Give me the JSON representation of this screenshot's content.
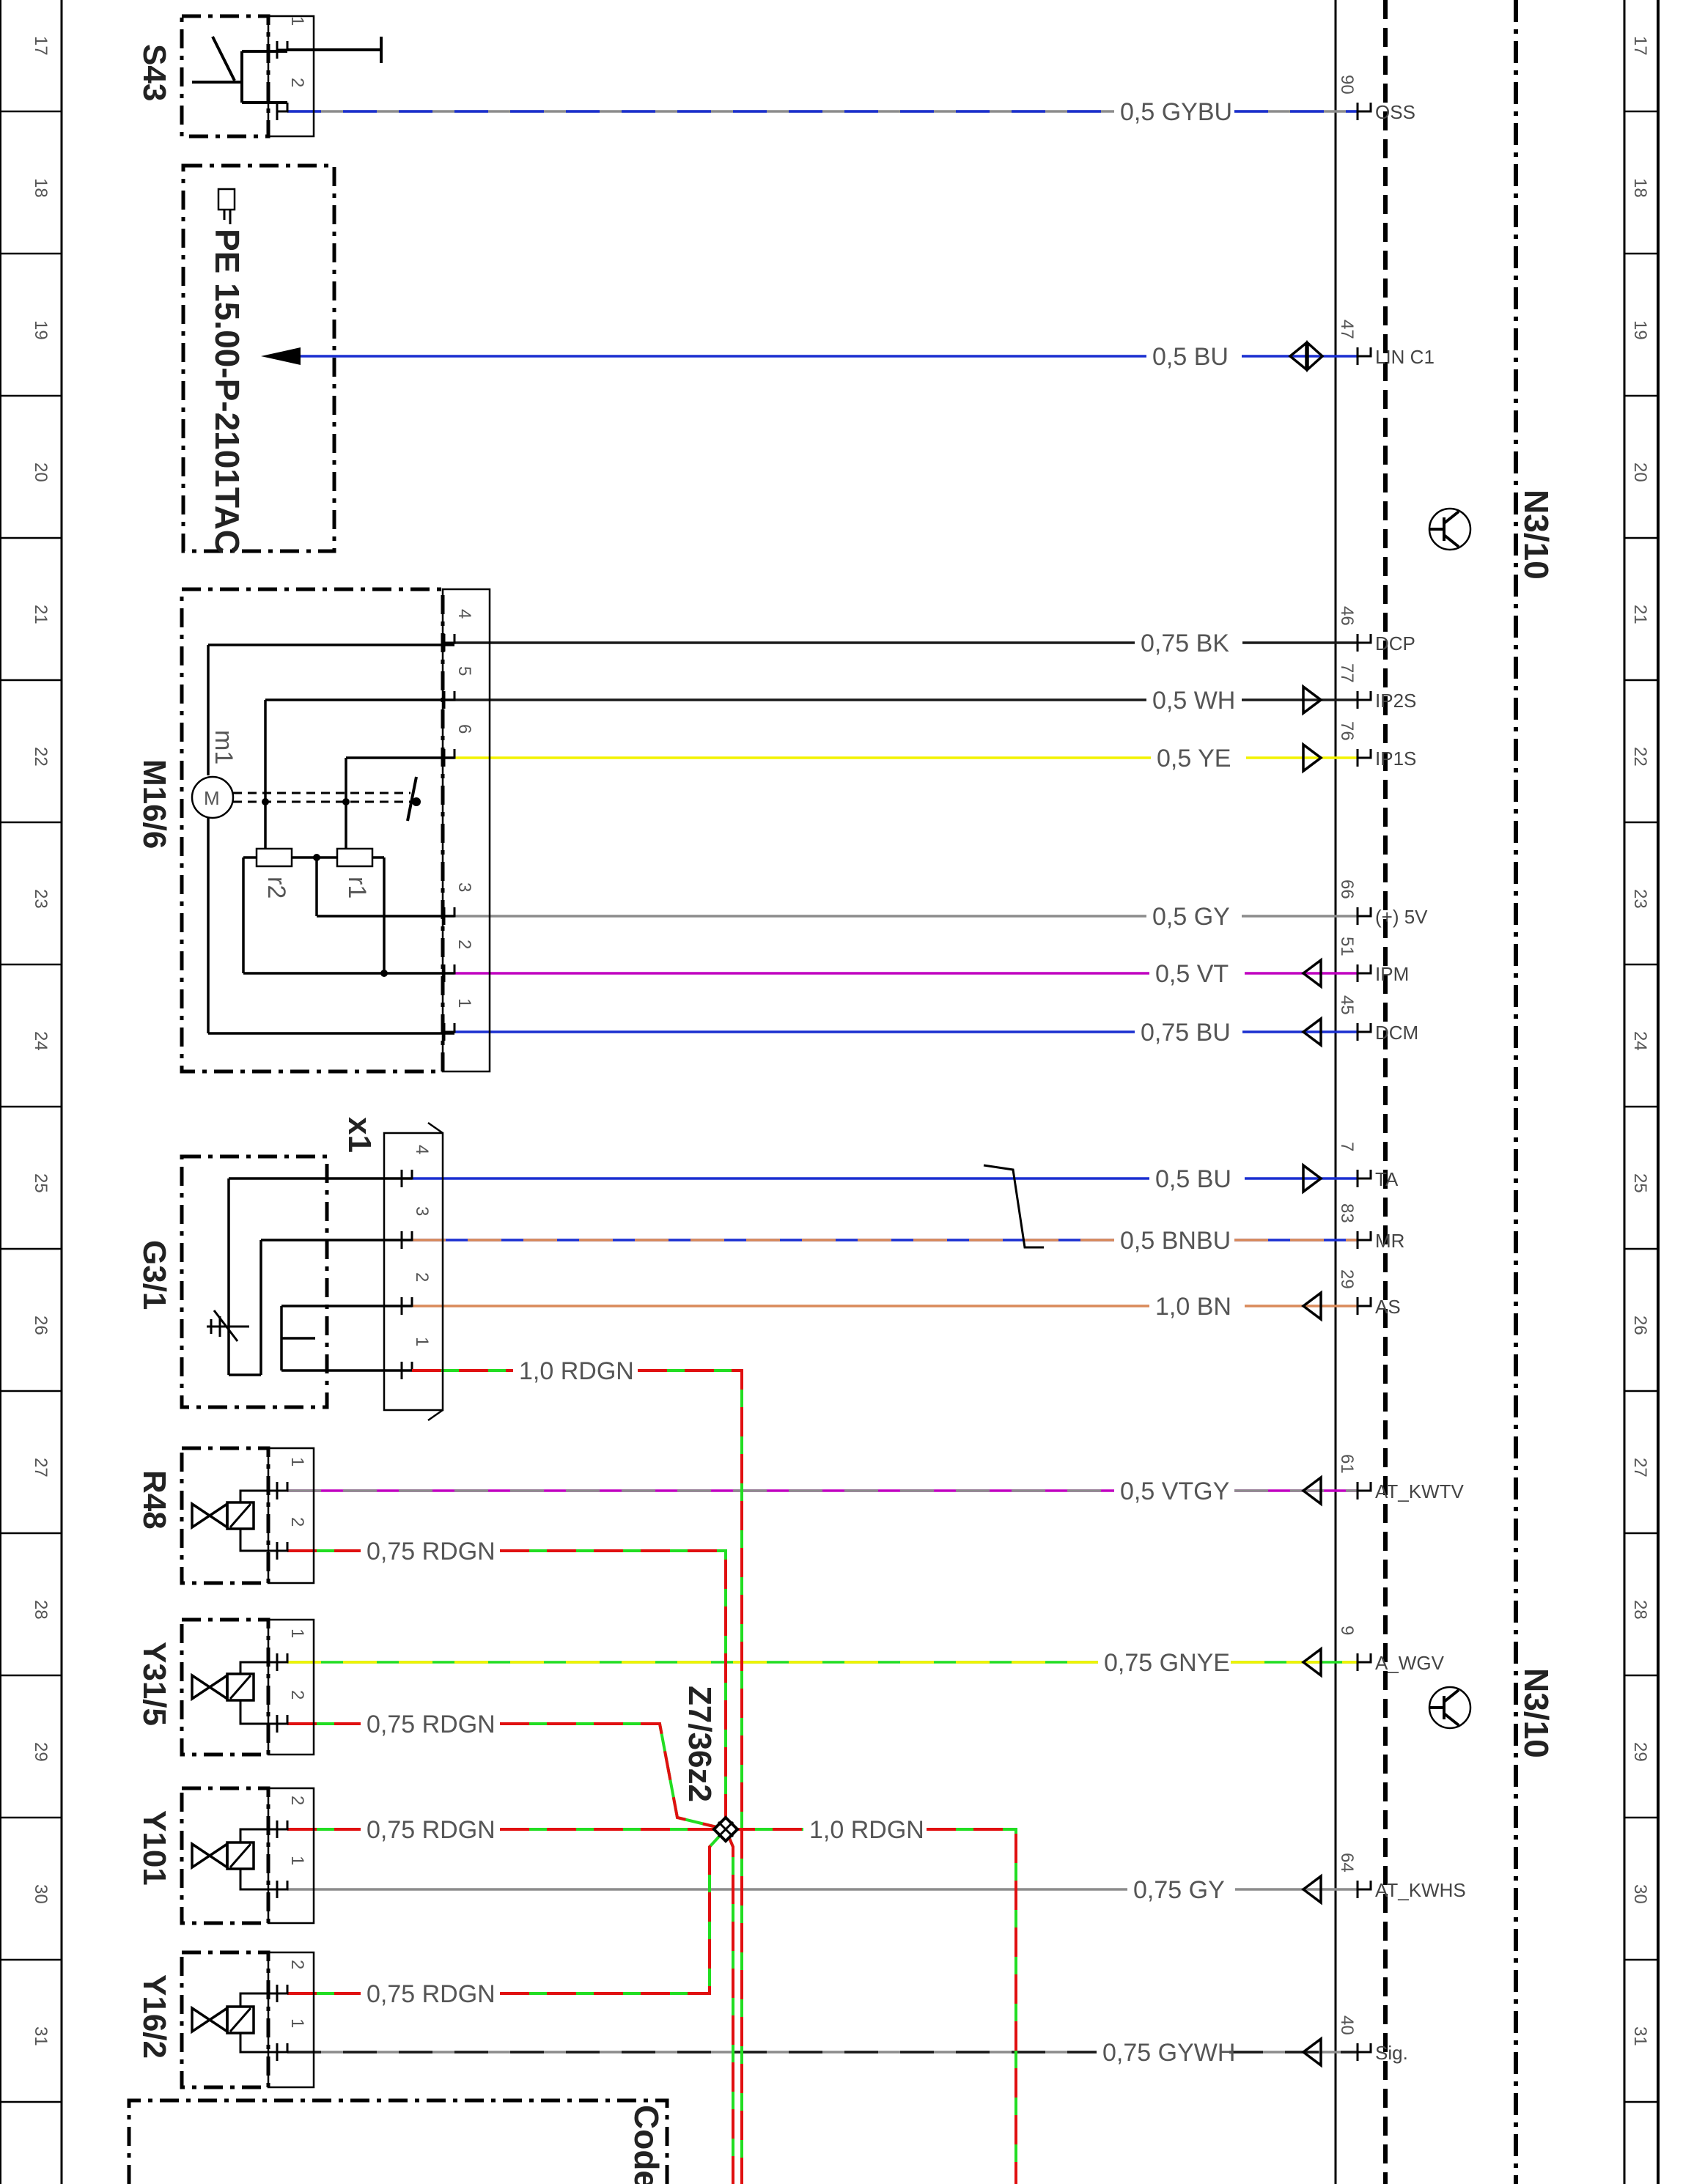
{
  "colors": {
    "BU": "#1a2fd0",
    "GY": "#8c8c8c",
    "BK": "#1a1a1a",
    "WH": "#9a9a9a",
    "YE": "#f2f200",
    "VT": "#c000c0",
    "BN": "#d98a5a",
    "RD": "#e01010",
    "GN": "#22dd22"
  },
  "row_numbers": [
    "17",
    "18",
    "19",
    "20",
    "21",
    "22",
    "23",
    "24",
    "25",
    "26",
    "27",
    "28",
    "29",
    "30",
    "31"
  ],
  "components": {
    "S43": "S43",
    "M16_6": "M16/6",
    "G3_1": "G3/1",
    "R48": "R48",
    "Y31_5": "Y31/5",
    "Y101": "Y101",
    "Y16_2": "Y16/2",
    "x1": "x1",
    "N3_10_a": "N3/10",
    "N3_10_b": "N3/10",
    "splice": "Z7/36z2",
    "m1": "m1",
    "motor": "M",
    "r1": "r1",
    "r2": "r2",
    "code": "Code"
  },
  "reference": "PE 15.00-P-2101TAC",
  "wires": [
    {
      "label": "0,5 GYBU",
      "pin": "90",
      "signal": "OSS"
    },
    {
      "label": "0,5 BU",
      "pin": "47",
      "signal": "LIN C1"
    },
    {
      "label": "0,75 BK",
      "pin": "46",
      "signal": "DCP"
    },
    {
      "label": "0,5 WH",
      "pin": "77",
      "signal": "IP2S"
    },
    {
      "label": "0,5 YE",
      "pin": "76",
      "signal": "IP1S"
    },
    {
      "label": "0,5 GY",
      "pin": "66",
      "signal": "(+) 5V"
    },
    {
      "label": "0,5 VT",
      "pin": "51",
      "signal": "IPM"
    },
    {
      "label": "0,75 BU",
      "pin": "45",
      "signal": "DCM"
    },
    {
      "label": "0,5 BU",
      "pin": "7",
      "signal": "TA"
    },
    {
      "label": "0,5 BNBU",
      "pin": "83",
      "signal": "MR"
    },
    {
      "label": "1,0 BN",
      "pin": "29",
      "signal": "AS"
    },
    {
      "label": "0,5 VTGY",
      "pin": "61",
      "signal": "AT_KWTV"
    },
    {
      "label": "0,75 GNYE",
      "pin": "9",
      "signal": "A_WGV"
    },
    {
      "label": "0,75 GY",
      "pin": "64",
      "signal": "AT_KWHS"
    },
    {
      "label": "0,75 GYWH",
      "pin": "40",
      "signal": "Sig."
    }
  ],
  "splice_wires": [
    {
      "label": "1,0 RDGN"
    },
    {
      "label": "0,75 RDGN"
    },
    {
      "label": "0,75 RDGN"
    },
    {
      "label": "0,75 RDGN"
    },
    {
      "label": "0,75 RDGN"
    },
    {
      "label": "1,0 RDGN"
    }
  ],
  "component_pins": {
    "S43": [
      "1",
      "2"
    ],
    "M16_6": [
      "4",
      "5",
      "6",
      "3",
      "2",
      "1"
    ],
    "x1": [
      "4",
      "3",
      "2",
      "1"
    ],
    "R48": [
      "1",
      "2"
    ],
    "Y31_5": [
      "1",
      "2"
    ],
    "Y101": [
      "2",
      "1"
    ],
    "Y16_2": [
      "2",
      "1"
    ]
  }
}
